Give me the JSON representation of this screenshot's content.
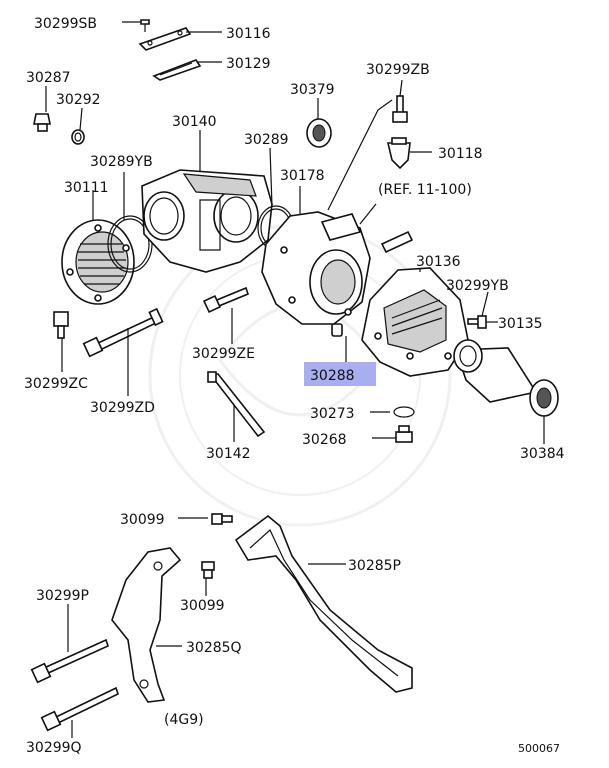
{
  "diagram_id": "500067",
  "reference_label": "(REF. 11-100)",
  "variant_note": "(4G9)",
  "highlight_color": "#a8aeee",
  "highlighted_part": "30288",
  "parts": {
    "p30299SB": "30299SB",
    "p30116": "30116",
    "p30129": "30129",
    "p30287": "30287",
    "p30292": "30292",
    "p30379": "30379",
    "p30299ZB": "30299ZB",
    "p30140": "30140",
    "p30289": "30289",
    "p30289YB": "30289YB",
    "p30118": "30118",
    "p30111": "30111",
    "p30178": "30178",
    "p30136": "30136",
    "p30299YB": "30299YB",
    "p30135": "30135",
    "p30288": "30288",
    "p30299ZE": "30299ZE",
    "p30299ZC": "30299ZC",
    "p30299ZD": "30299ZD",
    "p30273": "30273",
    "p30268": "30268",
    "p30142": "30142",
    "p30384": "30384",
    "p30099a": "30099",
    "p30285P": "30285P",
    "p30099b": "30099",
    "p30299P": "30299P",
    "p30285Q": "30285Q",
    "p30299Q": "30299Q"
  }
}
